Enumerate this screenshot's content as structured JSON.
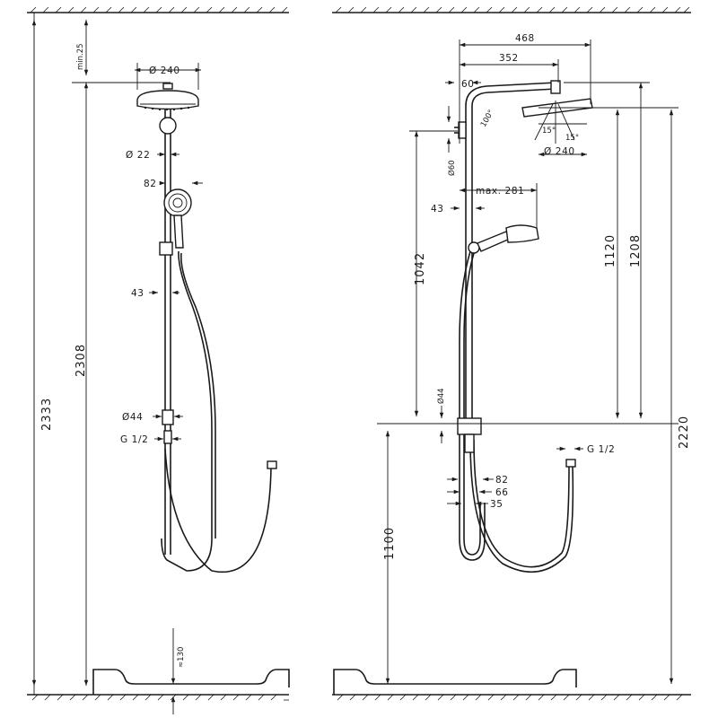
{
  "left_view": {
    "min_25": "min.25",
    "dia_240": "Ø 240",
    "dia_22": "Ø 22",
    "d82": "82",
    "d43": "43",
    "dia_44": "Ø44",
    "g_half": "G 1/2",
    "h2333": "2333",
    "h2308": "2308",
    "approx_130": "≈130"
  },
  "right_view": {
    "w468": "468",
    "w352": "352",
    "d60": "60",
    "angle_100": "100°",
    "dia_60": "Ø60",
    "angle_15a": "15°",
    "angle_15b": "15°",
    "dia_240": "Ø 240",
    "max_281": "max. 281",
    "d43": "43",
    "h1042": "1042",
    "h1120": "1120",
    "h1208": "1208",
    "dia_44": "Ø44",
    "h2220": "2220",
    "g_half": "G 1/2",
    "h1100": "1100",
    "d82": "82",
    "d66": "66",
    "d35": "35"
  }
}
